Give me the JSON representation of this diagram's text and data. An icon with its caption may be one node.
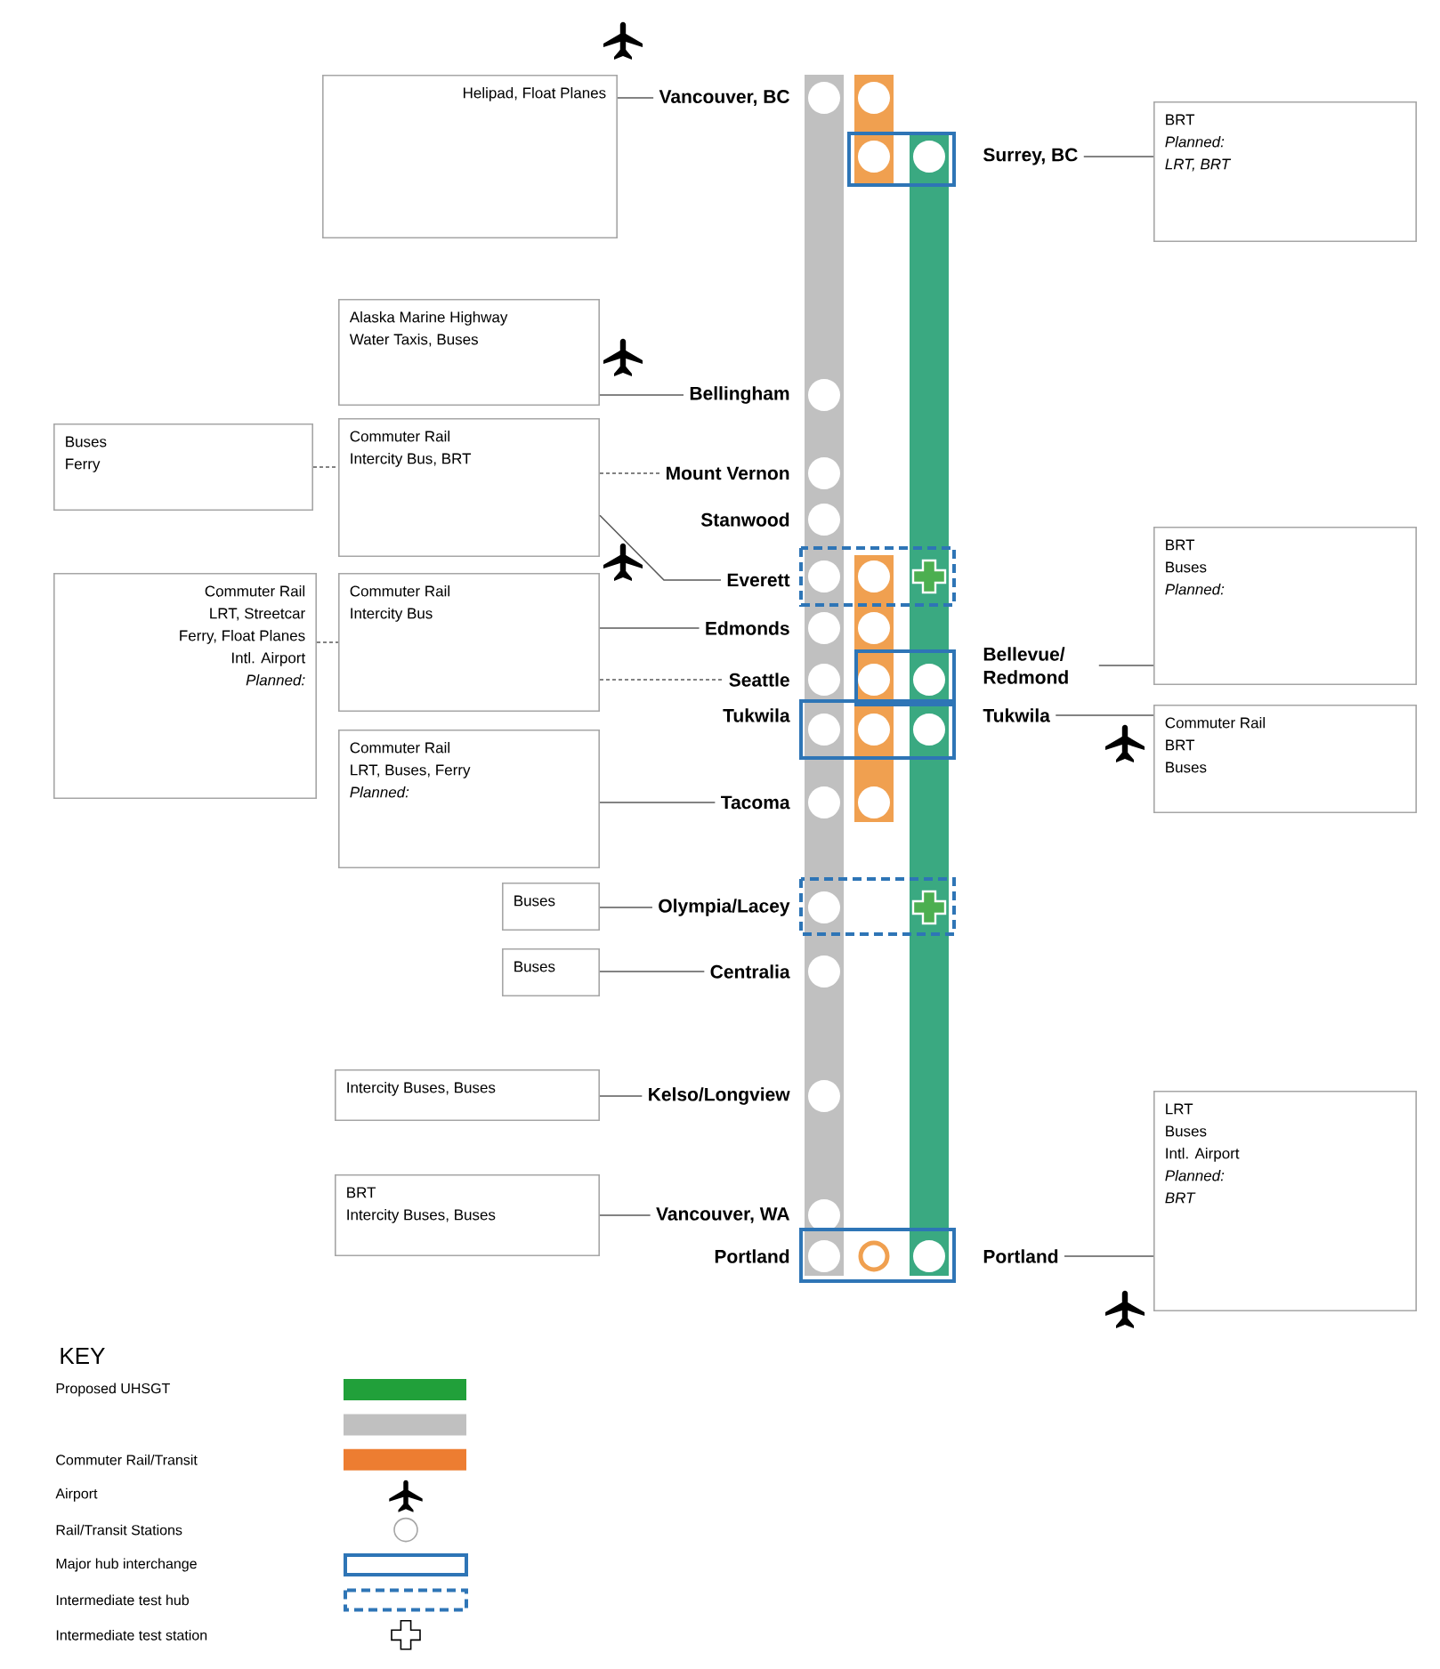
{
  "diagram": {
    "nodes": [
      {
        "text": [
          "Helipad, Float Planes"
        ]
      },
      {
        "text": [
          "Vancouver, BC"
        ]
      },
      {
        "text": [
          "Surrey, BC"
        ]
      },
      {
        "text": [
          "BRT",
          "Planned:",
          "LRT, BRT"
        ]
      },
      {
        "text": [
          "Alaska Marine Highway",
          "Water Taxis,  Buses"
        ]
      },
      {
        "text": [
          "Bellingham"
        ]
      },
      {
        "text": [
          "Buses",
          "Ferry"
        ]
      },
      {
        "text": [
          "Commuter Rail",
          "Intercity Bus, BRT"
        ]
      },
      {
        "text": [
          "Mount Vernon"
        ]
      },
      {
        "text": [
          "Everett"
        ]
      },
      {
        "text": [
          "Commuter Rail",
          "LRT, Streetcar",
          "Ferry, Float Planes",
          "Intl. Airport",
          "Planned:"
        ]
      },
      {
        "text": [
          "Commuter Rail",
          "Intercity Bus"
        ]
      },
      {
        "text": [
          "Edmonds"
        ]
      },
      {
        "text": [
          "Seattle"
        ]
      },
      {
        "text": [
          "Bellevue/ Redmond"
        ]
      },
      {
        "text": [
          "BRT",
          "Buses",
          "Planned:"
        ]
      },
      {
        "text": [
          "Tukwila"
        ]
      },
      {
        "text": [
          "Commuter Rail",
          "BRT",
          "Buses"
        ]
      },
      {
        "text": [
          "Commuter Rail",
          "LRT, Buses, Ferry",
          "Planned:"
        ]
      },
      {
        "text": [
          "Tacoma"
        ]
      },
      {
        "text": [
          "Buses"
        ]
      },
      {
        "text": [
          "Olympia/Lacey"
        ]
      },
      {
        "text": [
          "Buses"
        ]
      },
      {
        "text": [
          "Centralia"
        ]
      },
      {
        "text": [
          "Intercity Buses, Buses"
        ]
      },
      {
        "text": [
          "Kelso/Longview"
        ]
      },
      {
        "text": [
          "BRT",
          "Intercity Buses, Buses"
        ]
      },
      {
        "text": [
          "Vancouver, WA"
        ]
      },
      {
        "text": [
          "Portland"
        ]
      },
      {
        "text": [
          "LRT",
          "Buses",
          "Intl. Airport",
          "Planned:",
          "BRT"
        ]
      }
    ],
    "edges": [
      {
        "from": 0,
        "to": 1,
        "arrow": "none"
      },
      {
        "from": 2,
        "to": 3,
        "arrow": "none"
      },
      {
        "from": 4,
        "to": 5,
        "arrow": "none"
      },
      {
        "from": 6,
        "to": 7,
        "arrow": "none",
        "style": "dashed"
      },
      {
        "from": 7,
        "to": 8,
        "arrow": "none",
        "style": "dashed"
      },
      {
        "from": 7,
        "to": 9,
        "arrow": "none"
      },
      {
        "from": 10,
        "to": 11,
        "arrow": "none",
        "style": "dashed"
      },
      {
        "from": 11,
        "to": 12,
        "arrow": "none"
      },
      {
        "from": 11,
        "to": 13,
        "arrow": "none",
        "style": "dashed"
      },
      {
        "from": 14,
        "to": 15,
        "arrow": "none"
      },
      {
        "from": 16,
        "to": 17,
        "arrow": "none"
      },
      {
        "from": 18,
        "to": 19,
        "arrow": "none"
      },
      {
        "from": 20,
        "to": 21,
        "arrow": "none"
      },
      {
        "from": 22,
        "to": 23,
        "arrow": "none"
      },
      {
        "from": 24,
        "to": 25,
        "arrow": "none"
      },
      {
        "from": 26,
        "to": 27,
        "arrow": "none"
      },
      {
        "from": 28,
        "to": 29,
        "arrow": "none"
      }
    ],
    "labels": [
      "Stanwood",
      "Tukwila",
      "Portland",
      "KEY"
    ],
    "legend": [
      {
        "text": "Proposed UHSGT",
        "color": "#21a03a"
      },
      {
        "text": "Commuter Rail/Transit",
        "color": "#ed7d31"
      },
      {
        "text": "Airport"
      },
      {
        "text": "Rail/Transit Stations"
      },
      {
        "text": "Major hub interchange"
      },
      {
        "text": "Intermediate test hub"
      },
      {
        "text": "Intermediate test station"
      }
    ]
  }
}
